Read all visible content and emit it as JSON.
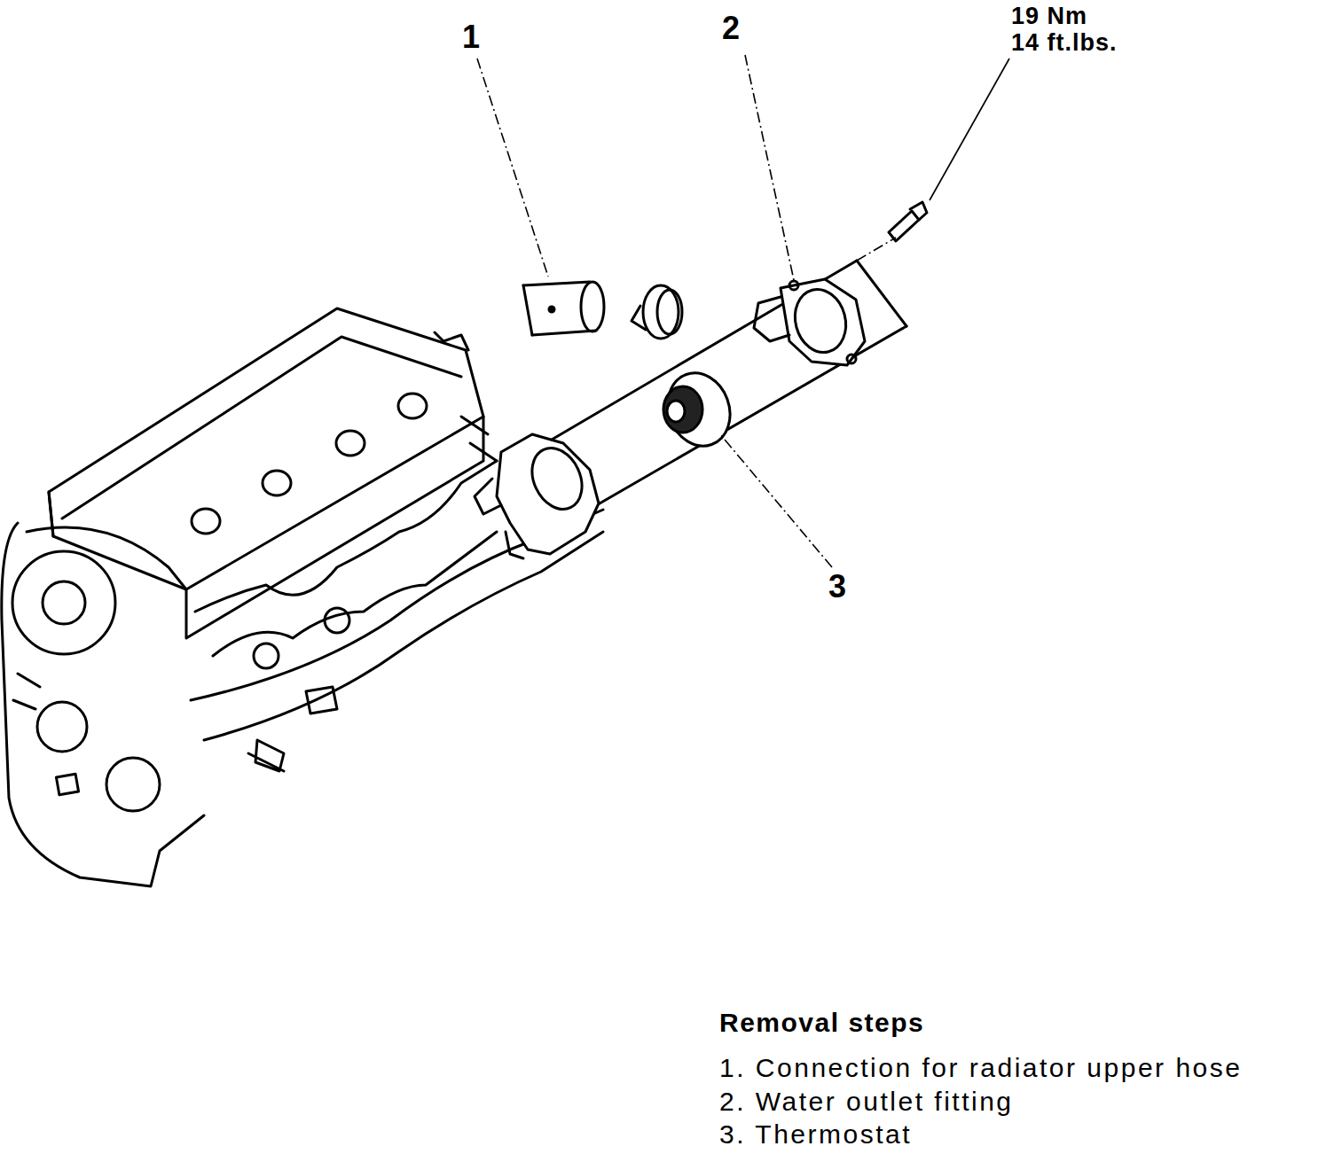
{
  "diagram": {
    "labels": [
      "1",
      "2",
      "19 Nm",
      "14 ft.lbs.",
      "3",
      "Removal steps",
      "1. Connection for radiator upper hose",
      "2. Water outlet fitting",
      "3. Thermostat"
    ]
  }
}
